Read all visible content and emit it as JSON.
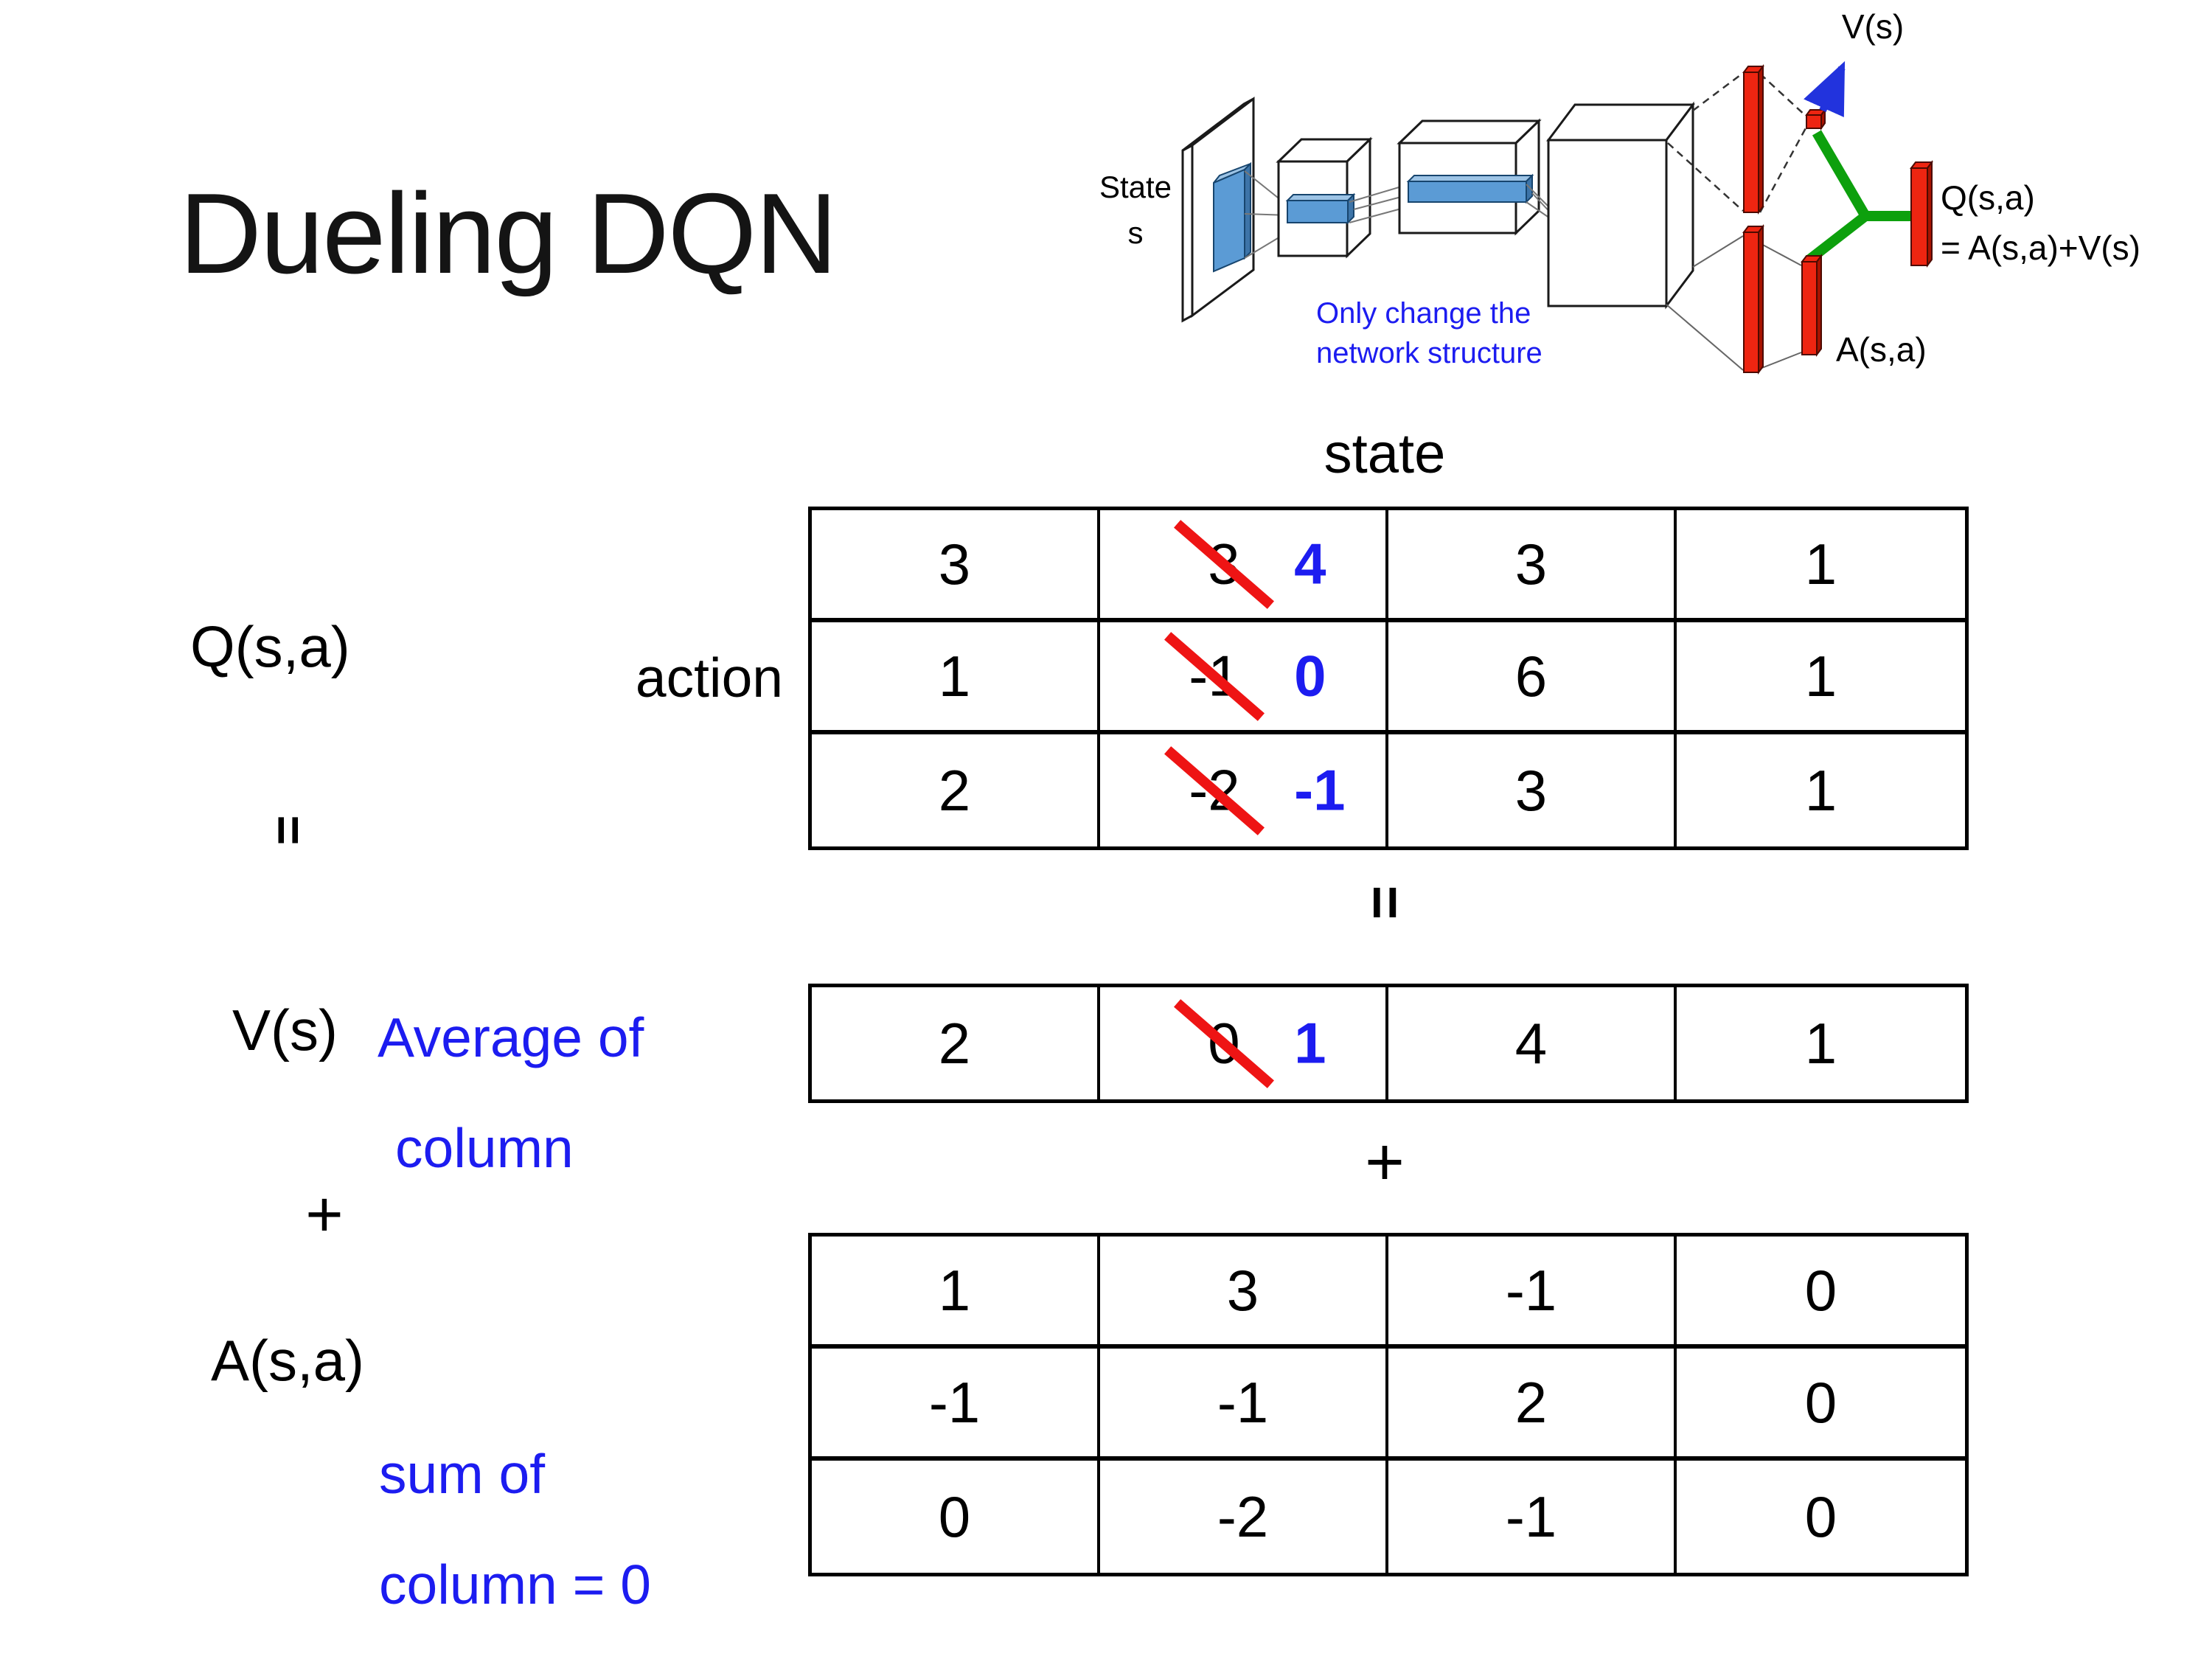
{
  "slide": {
    "title": "Dueling DQN",
    "state_label": "state",
    "action_label": "action",
    "q_label": "Q(s,a)",
    "v_label": "V(s)",
    "a_label": "A(s,a)",
    "equals_symbol": "=",
    "plus_symbol": "+",
    "avg_note_line1": "Average of",
    "avg_note_line2": "column",
    "sum_note_line1": "sum of",
    "sum_note_line2": "column = 0"
  },
  "diagram": {
    "state_line1": "State",
    "state_line2": "s",
    "note_line1": "Only change the",
    "note_line2": "network structure",
    "v_out_label": "V(s)",
    "q_out_line1": "Q(s,a)",
    "q_out_line2": "= A(s,a)+V(s)",
    "a_out_label": "A(s,a)"
  },
  "tables": {
    "q": {
      "rows": [
        [
          {
            "v": "3"
          },
          {
            "v": "3",
            "strike": true,
            "new": "4"
          },
          {
            "v": "3"
          },
          {
            "v": "1"
          }
        ],
        [
          {
            "v": "1"
          },
          {
            "v": "-1",
            "strike": true,
            "new": "0"
          },
          {
            "v": "6"
          },
          {
            "v": "1"
          }
        ],
        [
          {
            "v": "2"
          },
          {
            "v": "-2",
            "strike": true,
            "new": "-1"
          },
          {
            "v": "3"
          },
          {
            "v": "1"
          }
        ]
      ]
    },
    "v": {
      "rows": [
        [
          {
            "v": "2"
          },
          {
            "v": "0",
            "strike": true,
            "new": "1"
          },
          {
            "v": "4"
          },
          {
            "v": "1"
          }
        ]
      ]
    },
    "a": {
      "rows": [
        [
          {
            "v": "1"
          },
          {
            "v": "3"
          },
          {
            "v": "-1"
          },
          {
            "v": "0"
          }
        ],
        [
          {
            "v": "-1"
          },
          {
            "v": "-1"
          },
          {
            "v": "2"
          },
          {
            "v": "0"
          }
        ],
        [
          {
            "v": "0"
          },
          {
            "v": "-2"
          },
          {
            "v": "-1"
          },
          {
            "v": "0"
          }
        ]
      ]
    }
  },
  "colors": {
    "accent_blue": "#1c1cf0",
    "strike_red": "#ee1414",
    "bar_red": "#ee2511",
    "bar_red_side": "#a81300",
    "green": "#0da00d",
    "conv_blue": "#5b9bd5",
    "conv_blue_top": "#9cc3e5",
    "conv_blue_side": "#3d74a8",
    "arrow_blue": "#2233dd"
  }
}
